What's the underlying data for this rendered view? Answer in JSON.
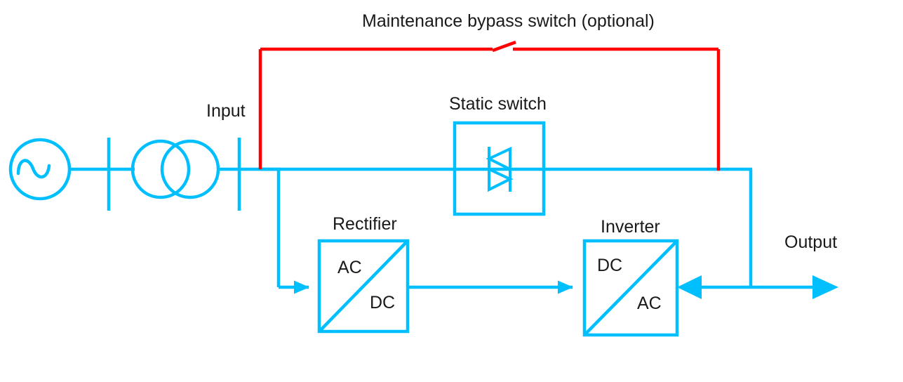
{
  "diagram": {
    "title": "Maintenance bypass switch (optional)",
    "background_color": "#ffffff",
    "line_color": "#00BFFF",
    "bypass_color": "#FF0000",
    "text_color": "#1a1a1a",
    "labels": {
      "maintenance_bypass": "Maintenance bypass switch (optional)",
      "input": "Input",
      "static_switch": "Static switch",
      "rectifier": "Rectifier",
      "inverter": "Inverter",
      "output": "Output"
    },
    "blocks": [
      {
        "id": "rectifier",
        "name": "Rectifier",
        "input_type": "AC",
        "output_type": "DC"
      },
      {
        "id": "inverter",
        "name": "Inverter",
        "input_type": "DC",
        "output_type": "AC"
      },
      {
        "id": "static-switch",
        "name": "Static switch",
        "symbol": "anti-parallel-thyristor"
      }
    ],
    "symbols": {
      "source": "ac-source-icon",
      "bus_bar_1": "bus-bar-icon",
      "transformer": "transformer-icon",
      "bus_bar_2": "bus-bar-icon",
      "bypass_switch": "open-switch-icon",
      "thyristor": "thyristor-icon"
    }
  }
}
